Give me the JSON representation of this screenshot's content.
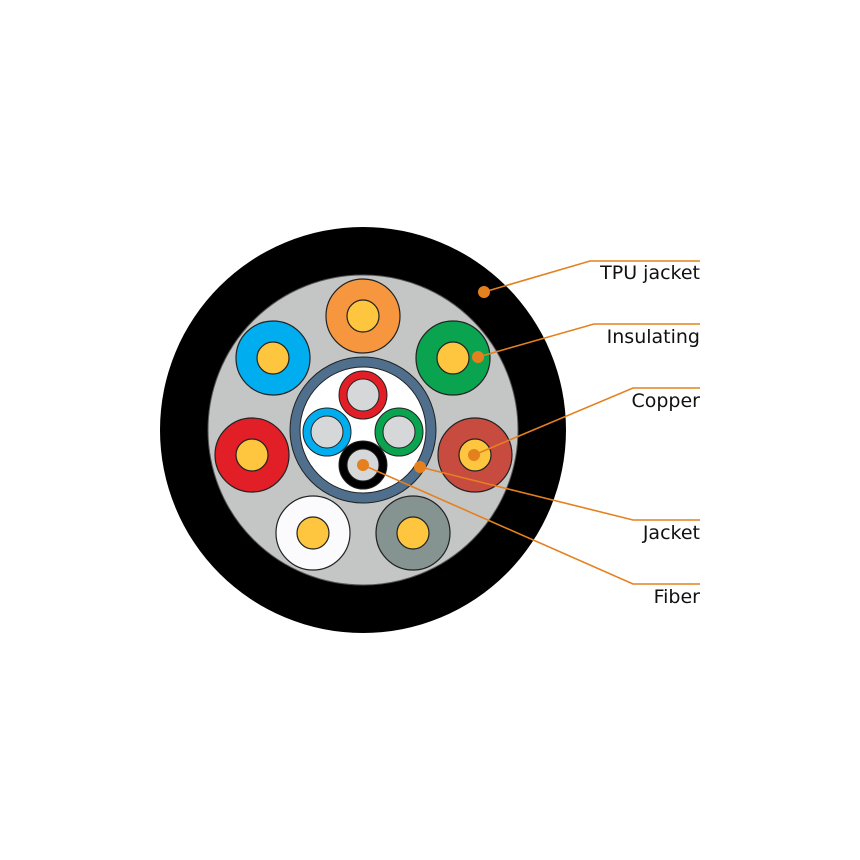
{
  "colors": {
    "jacket_outer": "#000000",
    "filler": "#c4c5c5",
    "copper": "#fec63e",
    "leader": "#e5801f",
    "tube": "#4f6f8c",
    "fiber_core": "#d6d7d8"
  },
  "conductors": [
    {
      "name": "orange",
      "color": "#f6963f"
    },
    {
      "name": "green",
      "color": "#0aa34f"
    },
    {
      "name": "brown-red",
      "color": "#c84b3f"
    },
    {
      "name": "gray",
      "color": "#859490"
    },
    {
      "name": "white",
      "color": "#fbfbfd"
    },
    {
      "name": "red",
      "color": "#e21e26"
    },
    {
      "name": "blue",
      "color": "#00aeef"
    }
  ],
  "fibers": [
    {
      "name": "red",
      "color": "#e21e26"
    },
    {
      "name": "blue",
      "color": "#00aeef"
    },
    {
      "name": "green",
      "color": "#0aa34f"
    },
    {
      "name": "black",
      "color": "#000000"
    }
  ],
  "labels": {
    "tpu_jacket": "TPU jacket",
    "insulating": "Insulating",
    "copper": "Copper",
    "jacket": "Jacket",
    "fiber": "Fiber"
  }
}
